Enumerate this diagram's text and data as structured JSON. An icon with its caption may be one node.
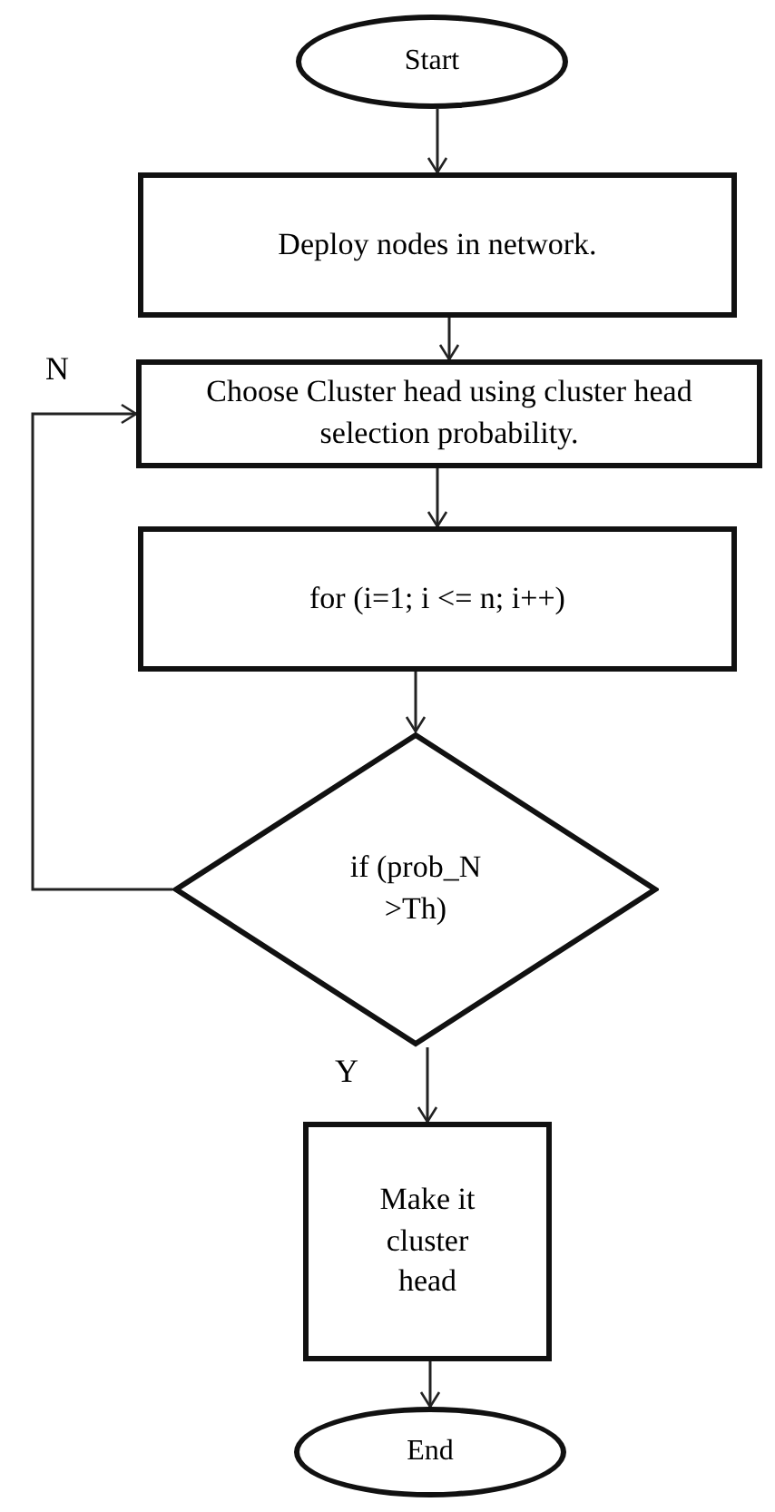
{
  "diagram": {
    "nodes": [
      {
        "text": [
          "Start"
        ]
      },
      {
        "text": [
          "Deploy nodes in network."
        ]
      },
      {
        "text": [
          "Choose Cluster head using cluster head selection probability."
        ]
      },
      {
        "text": [
          "for (i=1; i <= n; i++)"
        ]
      },
      {
        "text": [
          "if (prob_N >Th)"
        ]
      },
      {
        "text": [
          "Make it cluster head"
        ]
      },
      {
        "text": [
          "End"
        ]
      }
    ],
    "edges": [
      {
        "from": 0,
        "to": 1,
        "arrow": "to"
      },
      {
        "from": 1,
        "to": 2,
        "arrow": "to"
      },
      {
        "from": 2,
        "to": 3,
        "arrow": "to"
      },
      {
        "from": 3,
        "to": 4,
        "arrow": "to"
      },
      {
        "from": 4,
        "to": 2,
        "arrow": "to",
        "label": "N"
      },
      {
        "from": 4,
        "to": 5,
        "arrow": "to",
        "label": "Y"
      },
      {
        "from": 5,
        "to": 6,
        "arrow": "to"
      }
    ]
  }
}
